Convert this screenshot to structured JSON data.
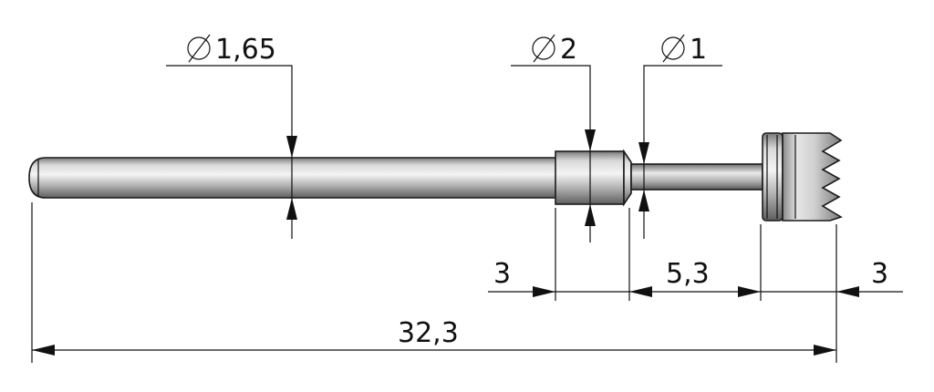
{
  "dimensions": {
    "diameter_shaft": "1,65",
    "diameter_collar": "2",
    "diameter_neck": "1",
    "length_collar": "3",
    "length_neck": "5,3",
    "length_crown": "3",
    "length_total": "32,3"
  },
  "colors": {
    "line": "#111111",
    "metal_light": "#f2f2f2",
    "metal_mid": "#b9b9b9",
    "metal_dark": "#6f6f6f"
  }
}
